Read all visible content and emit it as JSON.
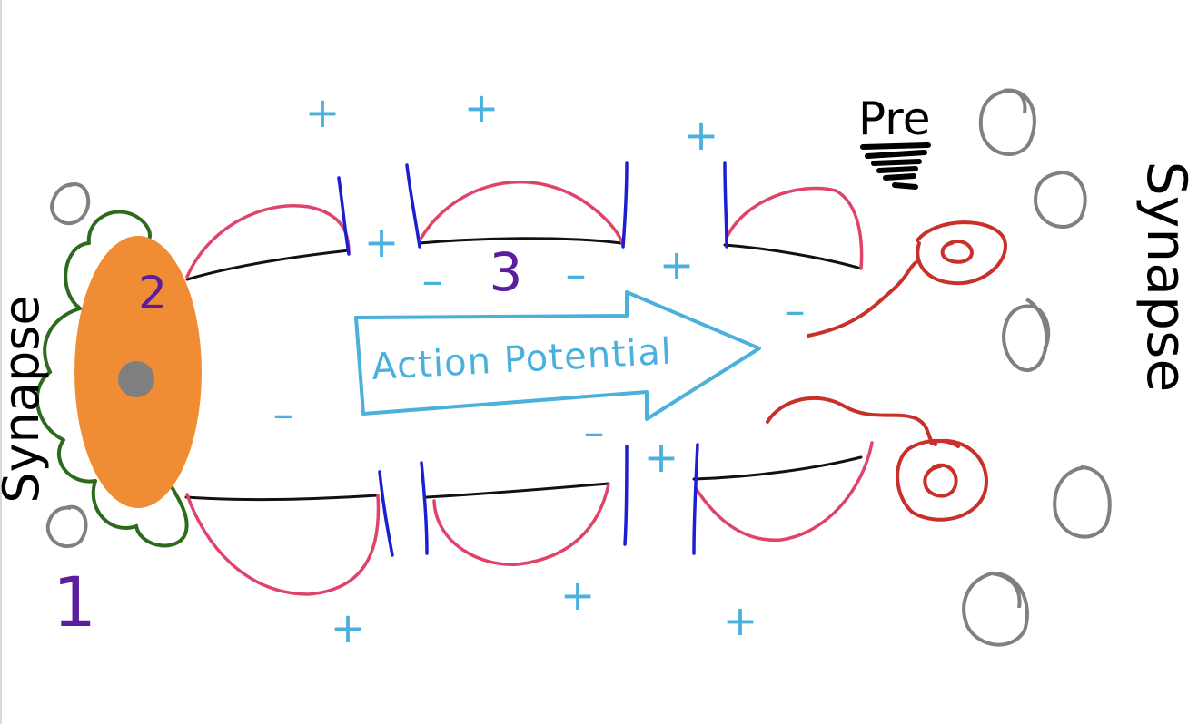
{
  "labels": {
    "synapse_left": "Synapse",
    "synapse_right": "Synapse",
    "pre": "Pre",
    "action_potential": "Action Potential",
    "num_1": "1",
    "num_2": "2",
    "num_3": "3",
    "plus": "+",
    "minus": "–"
  },
  "colors": {
    "soma": "#f08d34",
    "nucleus": "#7f7f7f",
    "dendrite": "#2c6b1e",
    "membrane": "#111111",
    "myelin": "#e0436a",
    "node": "#1b1fd0",
    "charge": "#4ab0dc",
    "terminal": "#c8312a",
    "vesicle": "#808080",
    "number": "#5b1e9c",
    "text": "#000000"
  }
}
